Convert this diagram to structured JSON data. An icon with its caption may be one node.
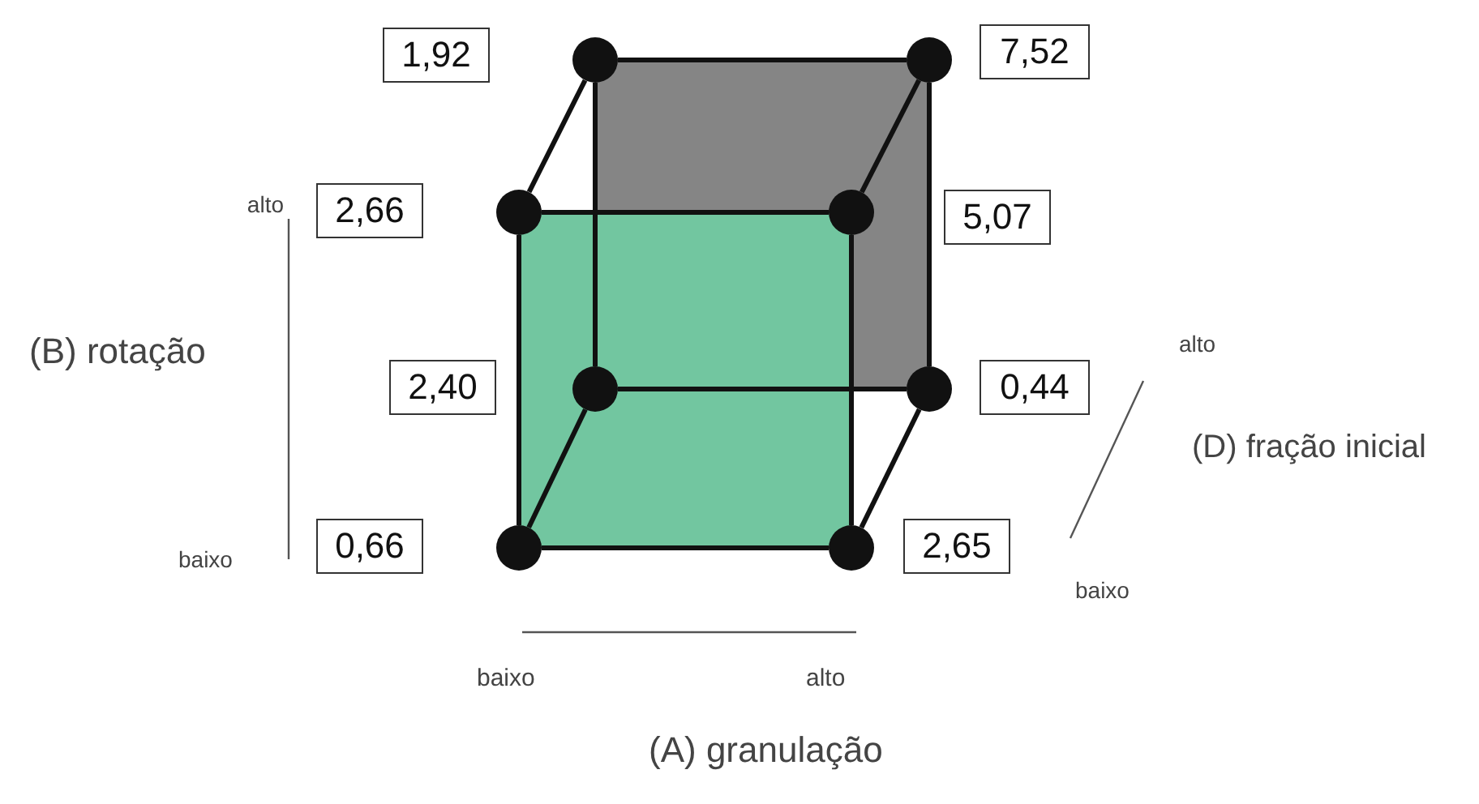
{
  "diagram": {
    "nodes": [
      {
        "text": [],
        "shape": "circle"
      },
      {
        "text": [],
        "shape": "circle"
      },
      {
        "text": [],
        "shape": "circle"
      },
      {
        "text": [],
        "shape": "circle"
      },
      {
        "text": [],
        "shape": "circle"
      },
      {
        "text": [],
        "shape": "circle"
      },
      {
        "text": [],
        "shape": "circle"
      },
      {
        "text": [],
        "shape": "circle"
      },
      {
        "text": [
          "1,92"
        ]
      },
      {
        "text": [
          "7,52"
        ]
      },
      {
        "text": [
          "2,66"
        ]
      },
      {
        "text": [
          "5,07"
        ]
      },
      {
        "text": [
          "2,40"
        ]
      },
      {
        "text": [
          "0,44"
        ]
      },
      {
        "text": [
          "0,66"
        ]
      },
      {
        "text": [
          "2,65"
        ]
      }
    ],
    "edges": [
      {
        "from": 0,
        "to": 1,
        "arrow": "none"
      },
      {
        "from": 1,
        "to": 5,
        "arrow": "none"
      },
      {
        "from": 5,
        "to": 4,
        "arrow": "none"
      },
      {
        "from": 4,
        "to": 0,
        "arrow": "none"
      },
      {
        "from": 2,
        "to": 3,
        "arrow": "none"
      },
      {
        "from": 3,
        "to": 7,
        "arrow": "none"
      },
      {
        "from": 7,
        "to": 6,
        "arrow": "none"
      },
      {
        "from": 6,
        "to": 2,
        "arrow": "none"
      },
      {
        "from": 0,
        "to": 2,
        "arrow": "none"
      },
      {
        "from": 1,
        "to": 3,
        "arrow": "none"
      },
      {
        "from": 4,
        "to": 6,
        "arrow": "none"
      },
      {
        "from": 5,
        "to": 7,
        "arrow": "none"
      }
    ],
    "labels": [
      "alto",
      "(B) rotação",
      "alto",
      "(D) fração inicial",
      "baixo",
      "baixo",
      "baixo",
      "alto",
      "(A) granulação"
    ]
  }
}
